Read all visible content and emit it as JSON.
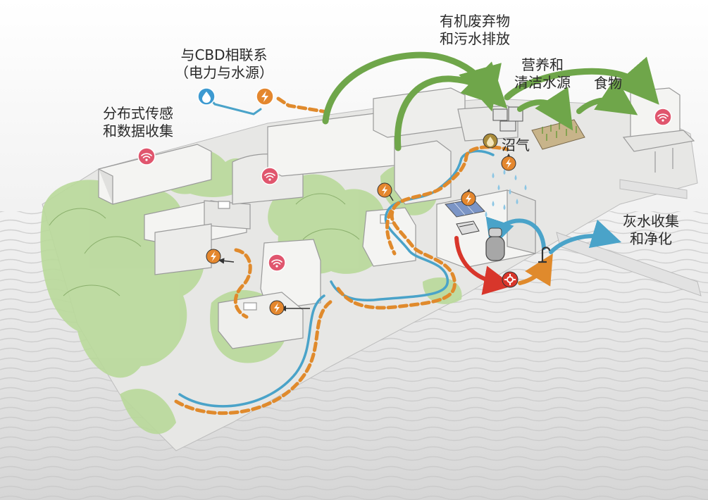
{
  "labels": {
    "cbd_link": [
      "与CBD相联系",
      "（电力与水源）"
    ],
    "sensing": [
      "分布式传感",
      "和数据收集"
    ],
    "organic_waste": [
      "有机废弃物",
      "和污水排放"
    ],
    "nutrients": [
      "营养和",
      "清洁水源"
    ],
    "food": "食物",
    "biogas": "沼气",
    "greywater": [
      "灰水收集",
      "和净化"
    ]
  },
  "icons": {
    "water": "water-drop-icon",
    "power": "lightning-icon",
    "wifi": "wifi-icon",
    "gear": "gear-icon",
    "biogas": "flame-drop-icon"
  },
  "colors": {
    "green_arrow": "#6fa64a",
    "blue_pipe": "#4aa3c9",
    "orange_dash": "#e08a2c",
    "red_arrow": "#d8362b",
    "wifi_badge": "#e0566e",
    "power_badge": "#e4872e",
    "water_badge": "#3d9ad1",
    "vegetation": "#b9d99a"
  }
}
